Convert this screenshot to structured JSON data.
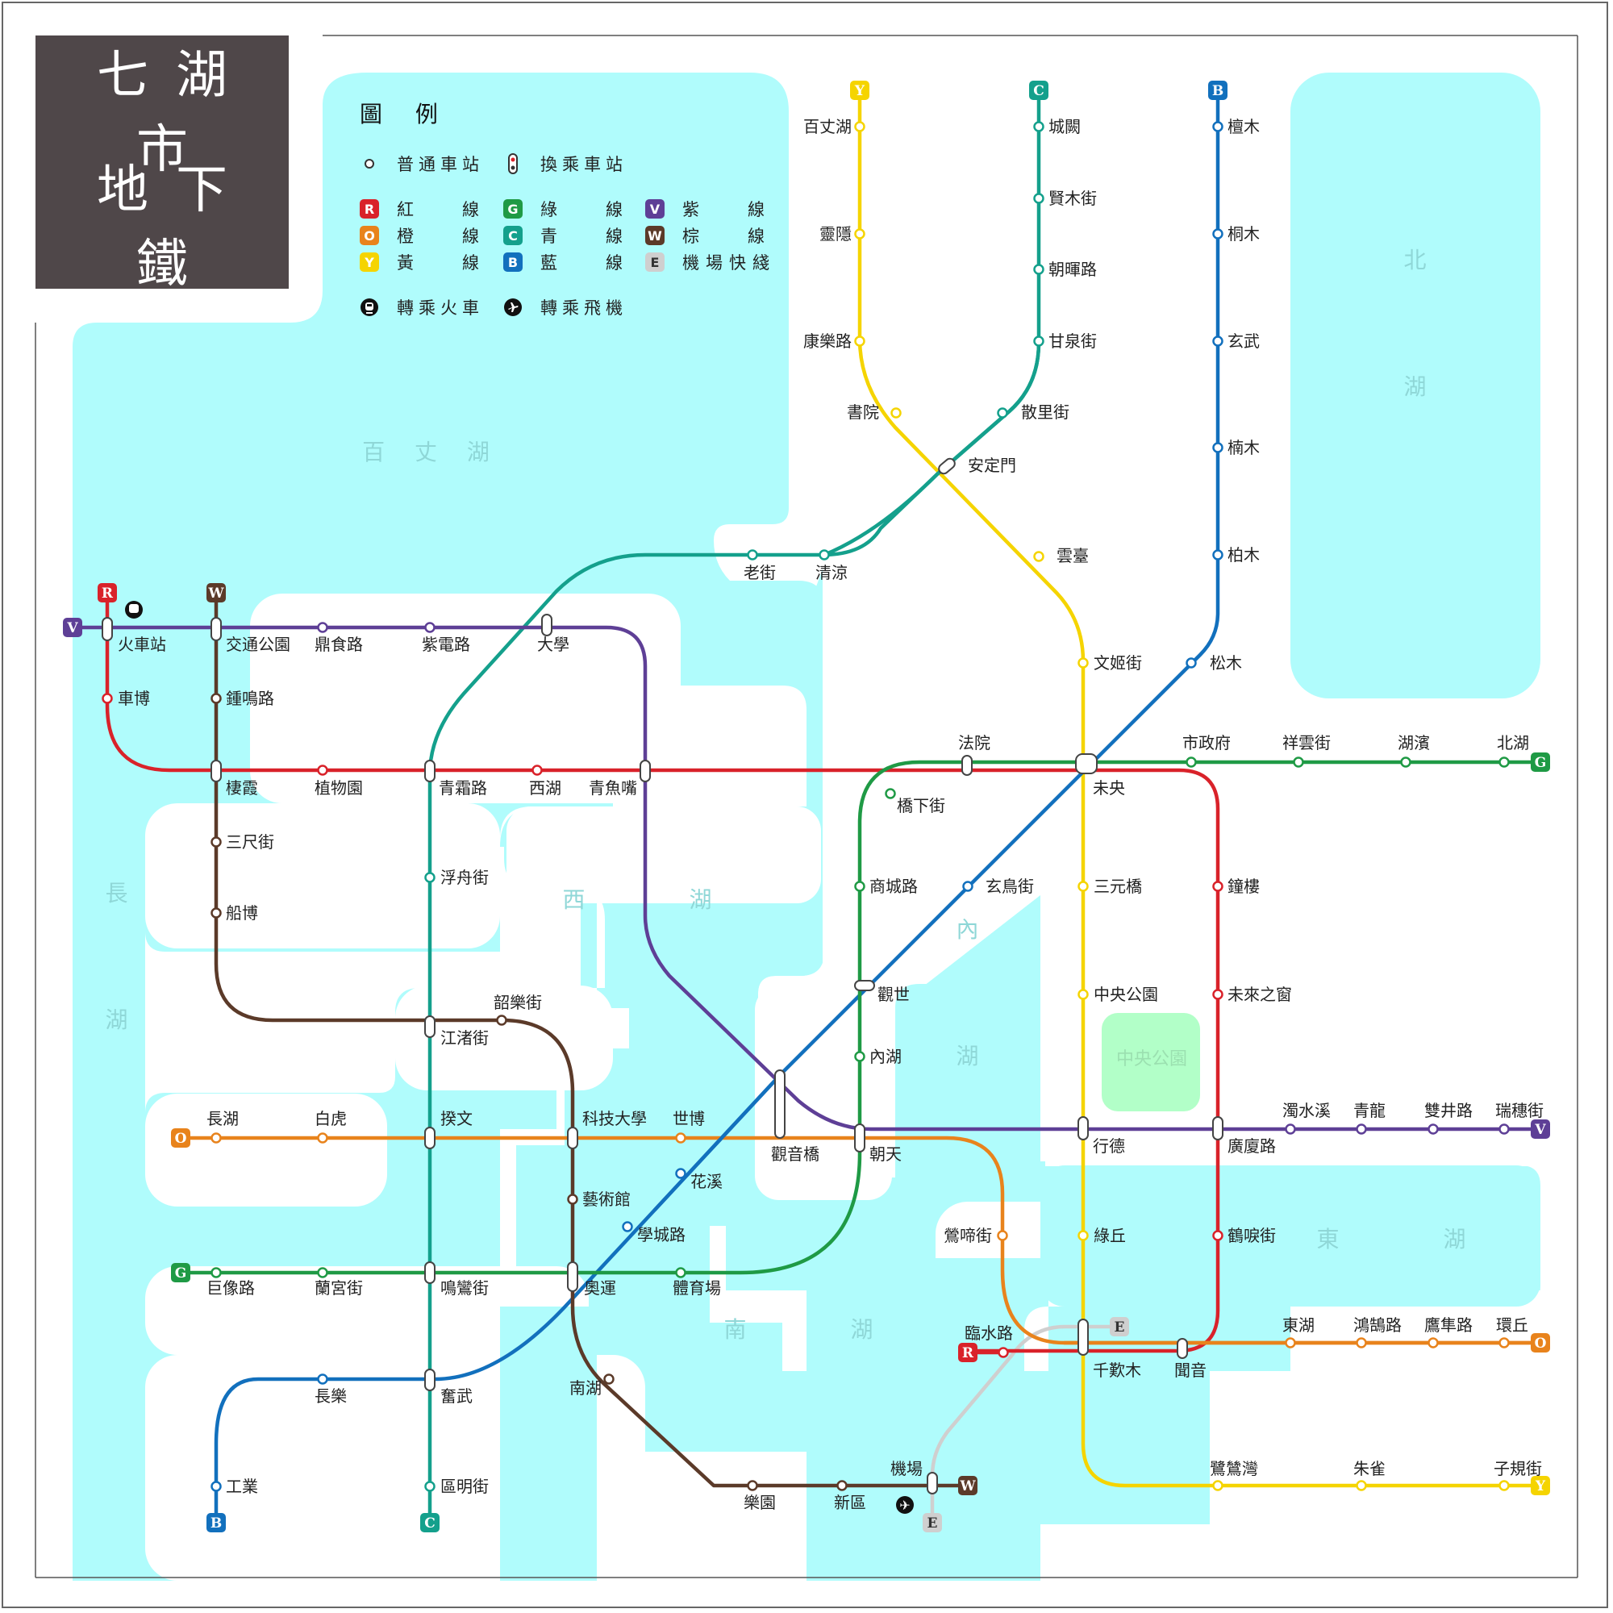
{
  "title": {
    "line1": "七湖市",
    "line2": "地下鐵"
  },
  "legend": {
    "heading": "圖 例",
    "regular_station": "普通車站",
    "interchange_station": "換乘車站",
    "rail_transfer": "轉乘火車",
    "air_transfer": "轉乘飛機",
    "lines": [
      {
        "code": "R",
        "name": "紅線",
        "color": "#d9222a"
      },
      {
        "code": "O",
        "name": "橙線",
        "color": "#e8831c"
      },
      {
        "code": "Y",
        "name": "黃線",
        "color": "#f5d400"
      },
      {
        "code": "G",
        "name": "綠線",
        "color": "#1f9a45"
      },
      {
        "code": "C",
        "name": "青線",
        "color": "#14a08c"
      },
      {
        "code": "B",
        "name": "藍線",
        "color": "#1270bd"
      },
      {
        "code": "V",
        "name": "紫線",
        "color": "#5e3f96"
      },
      {
        "code": "W",
        "name": "棕線",
        "color": "#5b3a29"
      },
      {
        "code": "E",
        "name": "機場快綫",
        "color": "#c8c8c8"
      }
    ]
  },
  "lakes": {
    "baizhang": "百 丈 湖",
    "north": "北 湖",
    "west": "西 湖",
    "long": "長 湖",
    "inner": "內 湖",
    "east": "東 湖",
    "south": "南 湖",
    "park": "中央公園"
  },
  "stations": {
    "y1": "百丈湖",
    "y2": "靈隱",
    "y3": "康樂路",
    "y4": "書院",
    "y5": "安定門",
    "y6": "雲臺",
    "y7": "文姬街",
    "y8": "未央",
    "y9": "三元橋",
    "y10": "中央公園",
    "y11": "行德",
    "y12": "綠丘",
    "y13": "千歎木",
    "y14": "鷺鷥灣",
    "y15": "朱雀",
    "y16": "子規街",
    "c1": "城闕",
    "c2": "賢木街",
    "c3": "朝暉路",
    "c4": "甘泉街",
    "c5": "散里街",
    "c6": "老街",
    "c7": "清涼",
    "c8": "大學",
    "c9": "青霜路",
    "c10": "浮舟街",
    "c11": "江渚街",
    "c12": "揆文",
    "c13": "鳴鸞街",
    "c14": "奮武",
    "c15": "區明街",
    "b1": "檀木",
    "b2": "桐木",
    "b3": "玄武",
    "b4": "楠木",
    "b5": "柏木",
    "b6": "松木",
    "b7": "玄鳥街",
    "b8": "觀世",
    "b9": "花溪",
    "b10": "學城路",
    "b11": "奧運",
    "b12": "長樂",
    "b13": "工業",
    "r1": "火車站",
    "r2": "車博",
    "r3": "棲霞",
    "r4": "植物園",
    "r5": "西湖",
    "r6": "青魚嘴",
    "r7": "鐘樓",
    "r8": "未來之窗",
    "r9": "廣廈路",
    "r10": "鶴唳街",
    "r11": "聞音",
    "r12": "臨水路",
    "v1": "交通公園",
    "v2": "鼎食路",
    "v3": "紫電路",
    "v4": "觀音橋",
    "v5": "朝天",
    "v6": "濁水溪",
    "v7": "青龍",
    "v8": "雙井路",
    "v9": "瑞穗街",
    "w1": "鍾鳴路",
    "w2": "三尺街",
    "w3": "船博",
    "w4": "韶樂街",
    "w5": "科技大學",
    "w6": "藝術館",
    "w7": "南湖",
    "w8": "樂園",
    "w9": "新區",
    "w10": "機場",
    "g1": "法院",
    "g2": "橋下街",
    "g3": "商城路",
    "g4": "內湖",
    "g5": "市政府",
    "g6": "祥雲街",
    "g7": "湖濱",
    "g8": "北湖",
    "g9": "巨像路",
    "g10": "蘭宮街",
    "g11": "體育場",
    "o1": "長湖",
    "o2": "白虎",
    "o3": "世博",
    "o4": "鶯啼街",
    "o5": "東湖",
    "o6": "鴻鵠路",
    "o7": "鷹隼路",
    "o8": "環丘"
  }
}
